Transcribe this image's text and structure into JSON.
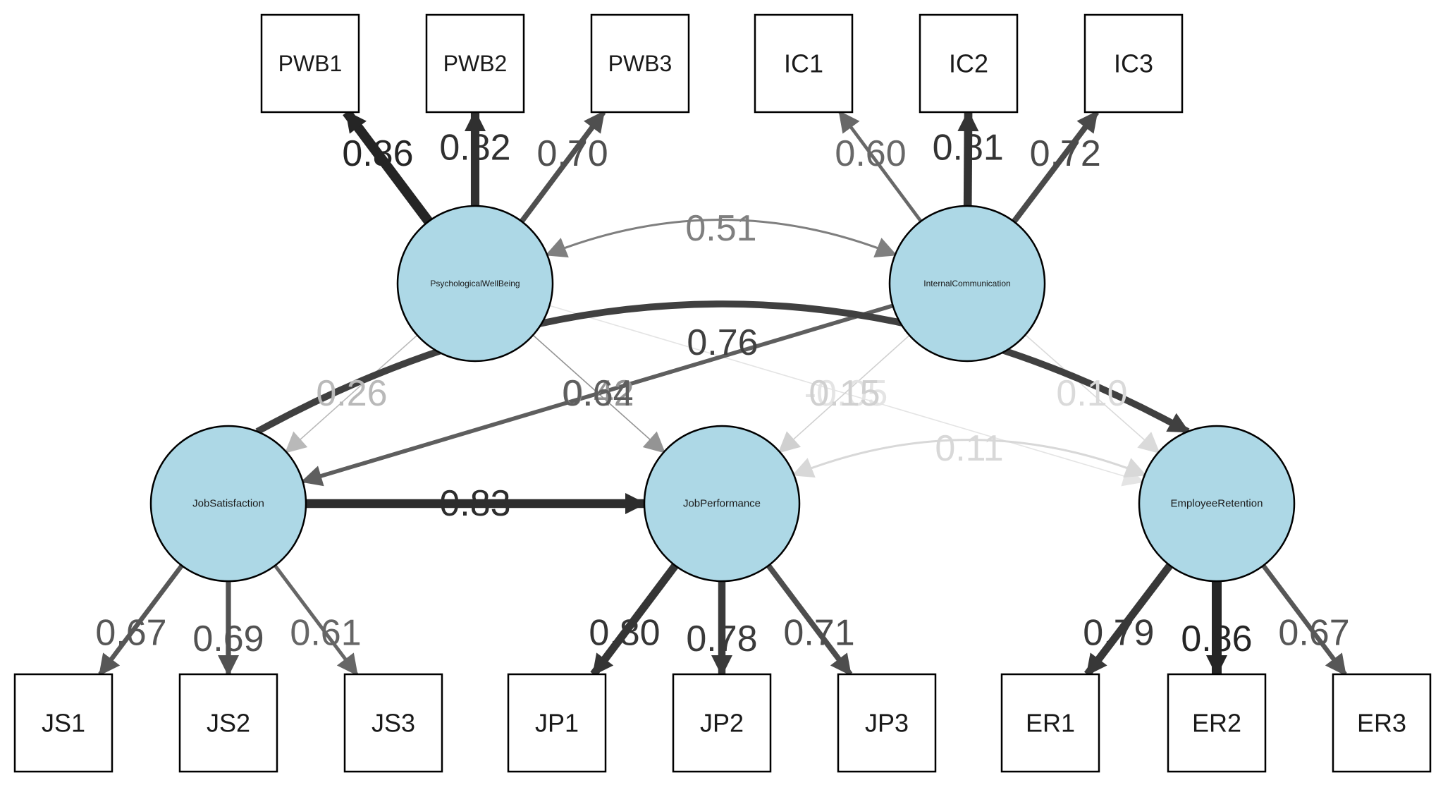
{
  "diagram": {
    "latents": [
      {
        "id": "PWB",
        "label": "PsychologicalWellBeing"
      },
      {
        "id": "IC",
        "label": "InternalCommunication"
      },
      {
        "id": "JS",
        "label": "JobSatisfaction"
      },
      {
        "id": "JP",
        "label": "JobPerformance"
      },
      {
        "id": "ER",
        "label": "EmployeeRetention"
      }
    ],
    "indicators": [
      {
        "id": "PWB1",
        "label": "PWB1"
      },
      {
        "id": "PWB2",
        "label": "PWB2"
      },
      {
        "id": "PWB3",
        "label": "PWB3"
      },
      {
        "id": "IC1",
        "label": "IC1"
      },
      {
        "id": "IC2",
        "label": "IC2"
      },
      {
        "id": "IC3",
        "label": "IC3"
      },
      {
        "id": "JS1",
        "label": "JS1"
      },
      {
        "id": "JS2",
        "label": "JS2"
      },
      {
        "id": "JS3",
        "label": "JS3"
      },
      {
        "id": "JP1",
        "label": "JP1"
      },
      {
        "id": "JP2",
        "label": "JP2"
      },
      {
        "id": "JP3",
        "label": "JP3"
      },
      {
        "id": "ER1",
        "label": "ER1"
      },
      {
        "id": "ER2",
        "label": "ER2"
      },
      {
        "id": "ER3",
        "label": "ER3"
      }
    ],
    "loadings": [
      {
        "from": "PWB",
        "to": "PWB1",
        "label": "0.86"
      },
      {
        "from": "PWB",
        "to": "PWB2",
        "label": "0.82"
      },
      {
        "from": "PWB",
        "to": "PWB3",
        "label": "0.70"
      },
      {
        "from": "IC",
        "to": "IC1",
        "label": "0.60"
      },
      {
        "from": "IC",
        "to": "IC2",
        "label": "0.81"
      },
      {
        "from": "IC",
        "to": "IC3",
        "label": "0.72"
      },
      {
        "from": "JS",
        "to": "JS1",
        "label": "0.67"
      },
      {
        "from": "JS",
        "to": "JS2",
        "label": "0.69"
      },
      {
        "from": "JS",
        "to": "JS3",
        "label": "0.61"
      },
      {
        "from": "JP",
        "to": "JP1",
        "label": "0.80"
      },
      {
        "from": "JP",
        "to": "JP2",
        "label": "0.78"
      },
      {
        "from": "JP",
        "to": "JP3",
        "label": "0.71"
      },
      {
        "from": "ER",
        "to": "ER1",
        "label": "0.79"
      },
      {
        "from": "ER",
        "to": "ER2",
        "label": "0.86"
      },
      {
        "from": "ER",
        "to": "ER3",
        "label": "0.67"
      }
    ],
    "regressions": [
      {
        "from": "PWB",
        "to": "JS",
        "label": "0.26"
      },
      {
        "from": "PWB",
        "to": "JP",
        "label": "0.42"
      },
      {
        "from": "PWB",
        "to": "ER",
        "label": "-0.05"
      },
      {
        "from": "IC",
        "to": "JS",
        "label": "0.64"
      },
      {
        "from": "IC",
        "to": "JP",
        "label": "0.15"
      },
      {
        "from": "IC",
        "to": "ER",
        "label": "0.10"
      },
      {
        "from": "JS",
        "to": "JP",
        "label": "0.83"
      },
      {
        "from": "JS",
        "to": "ER",
        "label": "0.76"
      }
    ],
    "covariances": [
      {
        "a": "PWB",
        "b": "IC",
        "label": "0.51"
      },
      {
        "a": "JP",
        "b": "ER",
        "label": "0.11"
      }
    ],
    "colors": {
      "latent_fill": "#add8e6",
      "stroke": "#000000",
      "box_fill": "#ffffff"
    }
  }
}
